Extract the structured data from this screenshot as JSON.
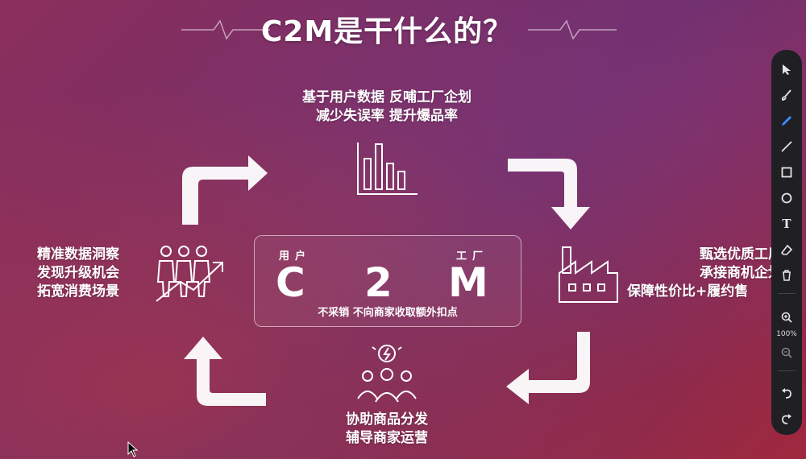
{
  "slide": {
    "title": "C2M是干什么的？",
    "top_block": {
      "line1": "基于用户数据 反哺工厂企划",
      "line2": "减少失误率 提升爆品率"
    },
    "left_block": {
      "line1": "精准数据洞察",
      "line2": "发现升级机会",
      "line3": "拓宽消费场景"
    },
    "right_block": {
      "line1": "甄选优质工厂",
      "line2": "承接商机企划",
      "line3": "保障性价比+履约售"
    },
    "bottom_block": {
      "line1": "协助商品分发",
      "line2": "辅导商家运营"
    },
    "center": {
      "left_sub": "用户",
      "right_sub": "工厂",
      "letter_c": "C",
      "digit_2": "2",
      "letter_m": "M",
      "note": "不采销 不向商家收取额外扣点"
    }
  },
  "toolbar": {
    "tools": [
      "select-arrow-icon",
      "brush-icon",
      "pen-icon",
      "line-icon",
      "rectangle-icon",
      "circle-icon",
      "text-icon",
      "eraser-icon",
      "trash-icon",
      "zoom-in-icon",
      "zoom-out-icon",
      "undo-icon",
      "redo-icon"
    ],
    "active_tool": "pen-icon",
    "text_tool_label": "T",
    "zoom_level": "100%"
  },
  "colors": {
    "arrow": "#ffffff",
    "toolbar_bg": "#1f1f24",
    "accent": "#3f8cff"
  }
}
